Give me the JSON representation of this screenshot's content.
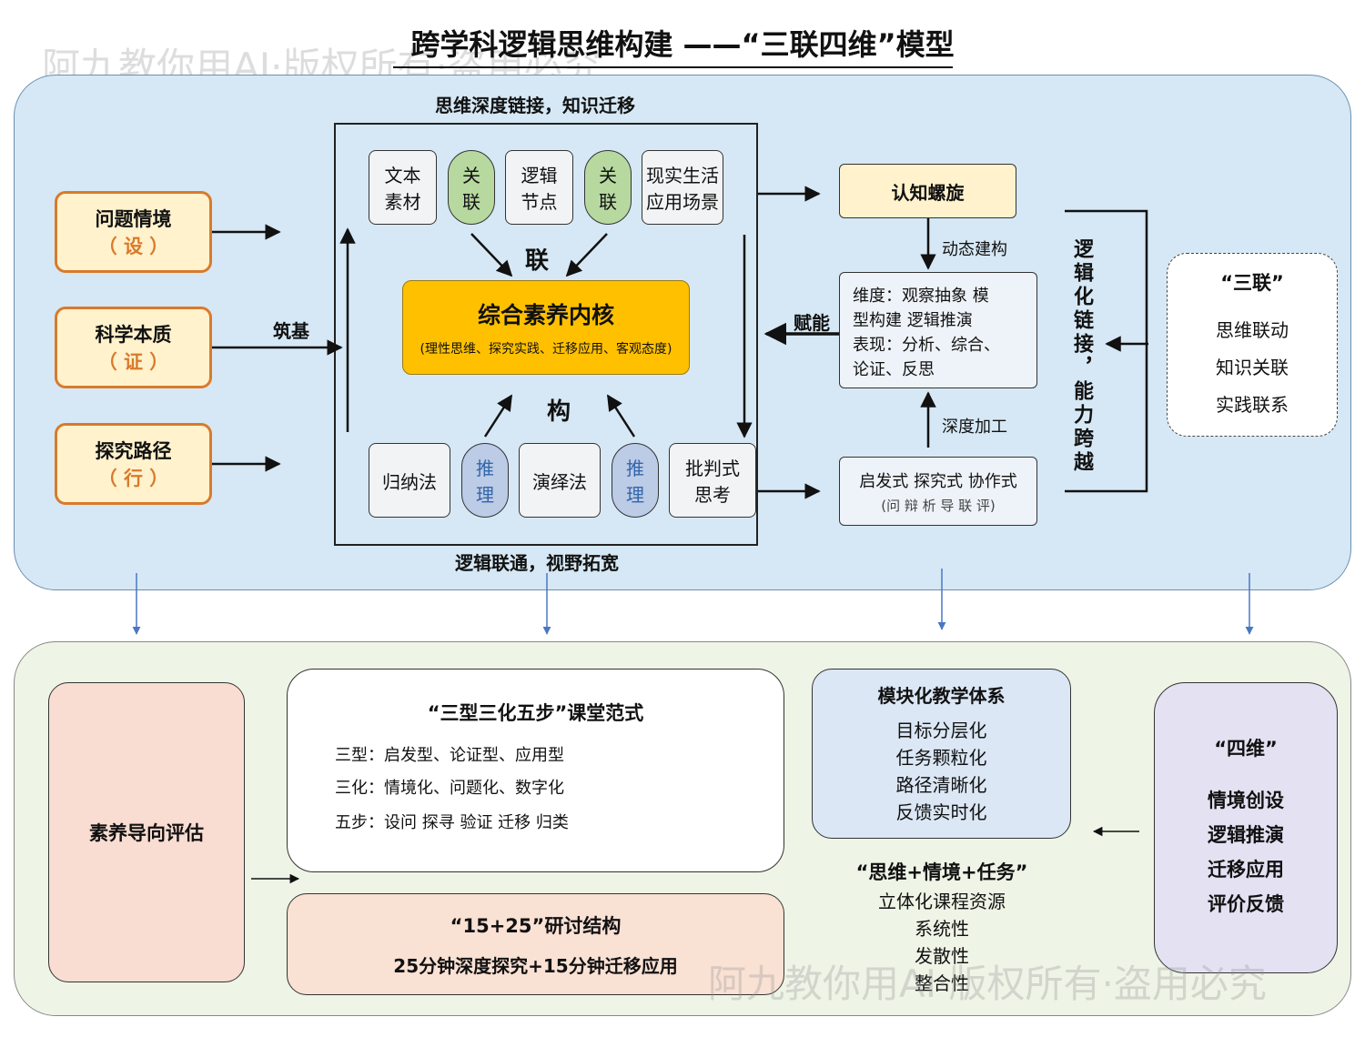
{
  "title": "跨学科逻辑思维构建 ——“三联四维”模型",
  "watermark": "阿九教你用AI·版权所有·盗用必究",
  "top": {
    "label_top": "思维深度链接，知识迁移",
    "label_bottom": "逻辑联通，视野拓宽",
    "left_boxes": [
      {
        "line1": "问题情境",
        "line2": "（ 设 ）"
      },
      {
        "line1": "科学本质",
        "line2": "（ 证 ）"
      },
      {
        "line1": "探究路径",
        "line2": "（ 行 ）"
      }
    ],
    "zhuji": "筑基",
    "upper_row": [
      {
        "line1": "文本",
        "line2": "素材"
      },
      {
        "line1": "关",
        "line2": "联"
      },
      {
        "line1": "逻辑",
        "line2": "节点"
      },
      {
        "line1": "关",
        "line2": "联"
      },
      {
        "line1": "现实生活",
        "line2": "应用场景"
      }
    ],
    "lian": "联",
    "gou": "构",
    "core_title": "综合素养内核",
    "core_sub": "(理性思维、探究实践、迁移应用、客观态度)",
    "lower_row": [
      {
        "line1": "归纳法"
      },
      {
        "line1": "推",
        "line2": "理"
      },
      {
        "line1": "演绎法"
      },
      {
        "line1": "推",
        "line2": "理"
      },
      {
        "line1": "批判式",
        "line2": "思考"
      }
    ],
    "cognitive_spiral": "认知螺旋",
    "dynamic": "动态建构",
    "dimension_box": {
      "line1": "维度：观察抽象 模",
      "line2": "型构建 逻辑推演",
      "line3": "表现：分析、综合、",
      "line4": "论证、反思"
    },
    "funeng": "赋能",
    "deep": "深度加工",
    "method_box": {
      "line1": "启发式 探究式 协作式",
      "line2": "(问 辩 析 导 联 评)"
    },
    "vertical_label": "逻辑化链接，能力跨越",
    "sanlian": {
      "title": "“三联”",
      "items": [
        "思维联动",
        "知识关联",
        "实践联系"
      ]
    }
  },
  "bottom": {
    "assessment": "素养导向评估",
    "paradigm": {
      "title": "“三型三化五步”课堂范式",
      "lines": [
        "三型：启发型、论证型、应用型",
        "三化：情境化、问题化、数字化",
        "五步：设问 探寻 验证 迁移 归类"
      ]
    },
    "structure": {
      "title": "“15+25”研讨结构",
      "line": "25分钟深度探究+15分钟迁移应用"
    },
    "module": {
      "title": "模块化教学体系",
      "items": [
        "目标分层化",
        "任务颗粒化",
        "路径清晰化",
        "反馈实时化"
      ]
    },
    "resources": {
      "title": "“思维+情境+任务”",
      "items": [
        "立体化课程资源",
        "系统性",
        "发散性",
        "整合性"
      ]
    },
    "siwei": {
      "title": "“四维”",
      "items": [
        "情境创设",
        "逻辑推演",
        "迁移应用",
        "评价反馈"
      ]
    }
  },
  "colors": {
    "top_panel": "#d6e8f5",
    "bottom_panel": "#eef4e6",
    "green_pill": "#b7d9a0",
    "blue_pill": "#bccbe6",
    "core": "#ffc000",
    "spiral": "#fff2cc",
    "assess": "#f9ddd2",
    "paradigm2": "#f9e1d4",
    "module": "#dbe7f5",
    "siwei": "#e4e1f2",
    "orange_border": "#d97a2b",
    "arrow_blue": "#4a77c4"
  }
}
